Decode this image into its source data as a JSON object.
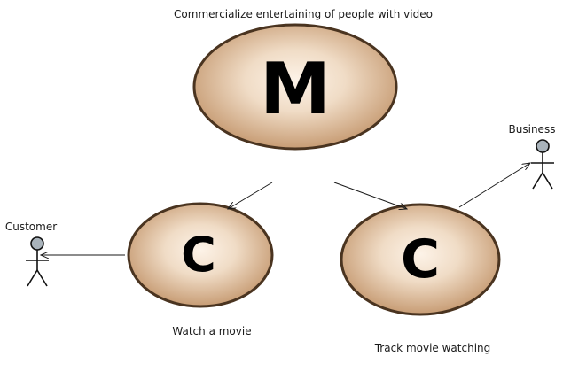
{
  "nodes": {
    "main": {
      "letter": "M",
      "caption": "Commercialize entertaining of people with video"
    },
    "watch": {
      "letter": "C",
      "caption": "Watch a movie"
    },
    "track": {
      "letter": "C",
      "caption": "Track movie watching"
    }
  },
  "actors": {
    "customer": {
      "label": "Customer"
    },
    "business": {
      "label": "Business"
    }
  },
  "colors": {
    "ellipse_fill_center": "#fdf3e8",
    "ellipse_fill_edge": "#c9a07a",
    "ellipse_stroke": "#4a3420",
    "actor_head": "#a9b3bb",
    "line": "#1a1a1a"
  }
}
